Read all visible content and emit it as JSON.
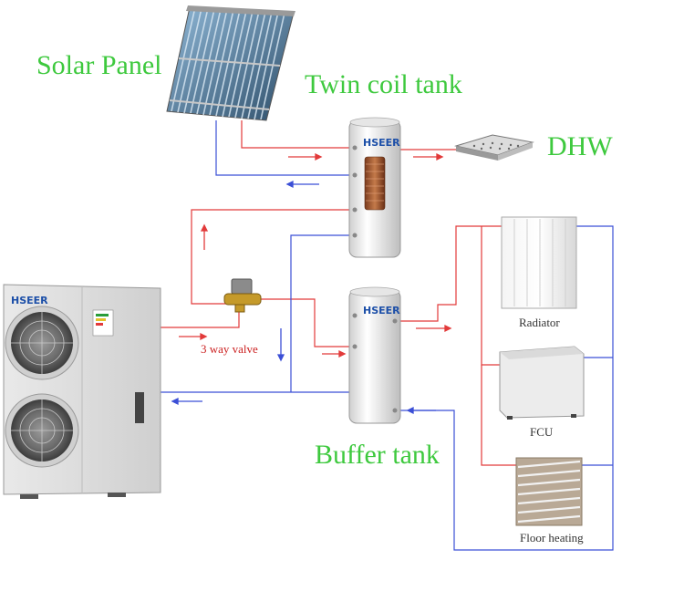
{
  "labels": {
    "solar_panel": "Solar Panel",
    "twin_coil_tank": "Twin coil tank",
    "dhw": "DHW",
    "buffer_tank": "Buffer tank",
    "three_way_valve": "3 way valve",
    "radiator": "Radiator",
    "fcu": "FCU",
    "floor_heating": "Floor heating"
  },
  "brand": {
    "heat_pump": "HSEER",
    "twin_tank": "HSEER",
    "buffer_tank": "HSEER"
  },
  "colors": {
    "label_green": "#3ec93e",
    "small_label_red": "#cc2222",
    "small_label_dark": "#333333",
    "hot_pipe": "#e23a3a",
    "cold_pipe": "#3b4fd6",
    "tank_body": "#f4f4f4",
    "brand_blue": "#1c4fa8"
  }
}
